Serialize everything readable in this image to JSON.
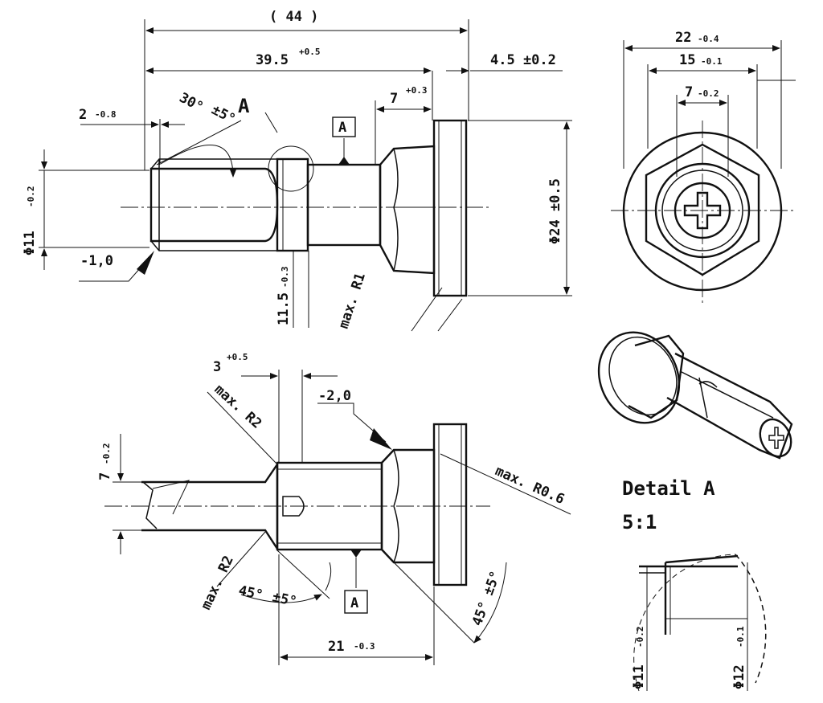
{
  "top_view": {
    "overall": "( 44 )",
    "length_main": "39.5",
    "length_main_tol": "+0.5",
    "flange_thickness": "4.5 ±0.2",
    "chamfer_len": "2",
    "chamfer_len_tol": "-0.8",
    "angle_top": "30°",
    "angle_top_tol": "±5°",
    "detail_ref": "A",
    "datum": "A",
    "neck_len": "7",
    "neck_len_tol": "+0.3",
    "shaft_dia": "Φ11",
    "shaft_dia_tol": "-0.2",
    "chamfer_note": "-1,0",
    "groove_dia": "11.5",
    "groove_dia_tol": "-0.3",
    "fillet": "max. R1",
    "flange_dia": "Φ24 ±0.5"
  },
  "bottom_view": {
    "slot": "3",
    "slot_tol": "+0.5",
    "fillet_top": "max. R2",
    "chamfer_note": "-2,0",
    "flat_width": "7",
    "flat_width_tol": "-0.2",
    "fillet_flange": "max. R0.6",
    "fillet_bottom": "max. R2",
    "angle_left": "45°",
    "angle_left_tol": "±5°",
    "datum": "A",
    "length": "21",
    "length_tol": "-0.3",
    "angle_right": "45°",
    "angle_right_tol": "±5°"
  },
  "end_view": {
    "outer": "22",
    "outer_tol": "-0.4",
    "hex": "15",
    "hex_tol": "-0.1",
    "inner": "7",
    "inner_tol": "-0.2"
  },
  "detail": {
    "title": "Detail A",
    "scale": "5:1",
    "dia_left": "Φ11",
    "dia_left_tol": "-0.2",
    "dia_right": "Φ12",
    "dia_right_tol": "-0.1"
  }
}
